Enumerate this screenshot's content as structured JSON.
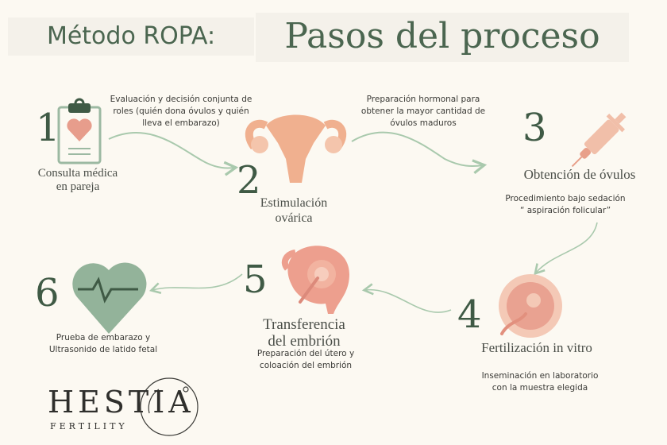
{
  "title": {
    "prefix": "Método ROPA:",
    "main": "Pasos del proceso"
  },
  "steps": [
    {
      "number": "1",
      "label": "Consulta médica\nen pareja",
      "icon": "clipboard-heart-icon"
    },
    {
      "number": "2",
      "label": "Estimulación\novárica",
      "icon": "uterus-icon",
      "description": "Evaluación y decisión conjunta de\nroles (quién dona óvulos y quién\nlleva el embarazo)"
    },
    {
      "number": "3",
      "label": "Obtención de óvulos",
      "icon": "syringe-icon",
      "description": "Preparación hormonal para\nobtener la mayor cantidad de\nóvulos maduros",
      "detail": "Procedimiento bajo sedación\n“ aspiración folicular”"
    },
    {
      "number": "4",
      "label": "Fertilización in vitro",
      "icon": "egg-sperm-icon",
      "detail": "Inseminación en laboratorio\ncon la muestra elegida"
    },
    {
      "number": "5",
      "label": "Transferencia\ndel embrión",
      "icon": "uterus-embryo-icon",
      "detail": "Preparación del útero y\ncoloación del embrión"
    },
    {
      "number": "6",
      "label": "",
      "icon": "heartbeat-icon",
      "detail": "Prueba de embarazo y\nUltrasonido de latido fetal"
    }
  ],
  "logo": {
    "name": "HESTIA",
    "sub": "FERTILITY"
  },
  "colors": {
    "green": "#3f5a45",
    "arrow": "#a9c9ad",
    "salmon": "#eeae90",
    "pink": "#e79d8c",
    "heart": "#93b39a"
  }
}
